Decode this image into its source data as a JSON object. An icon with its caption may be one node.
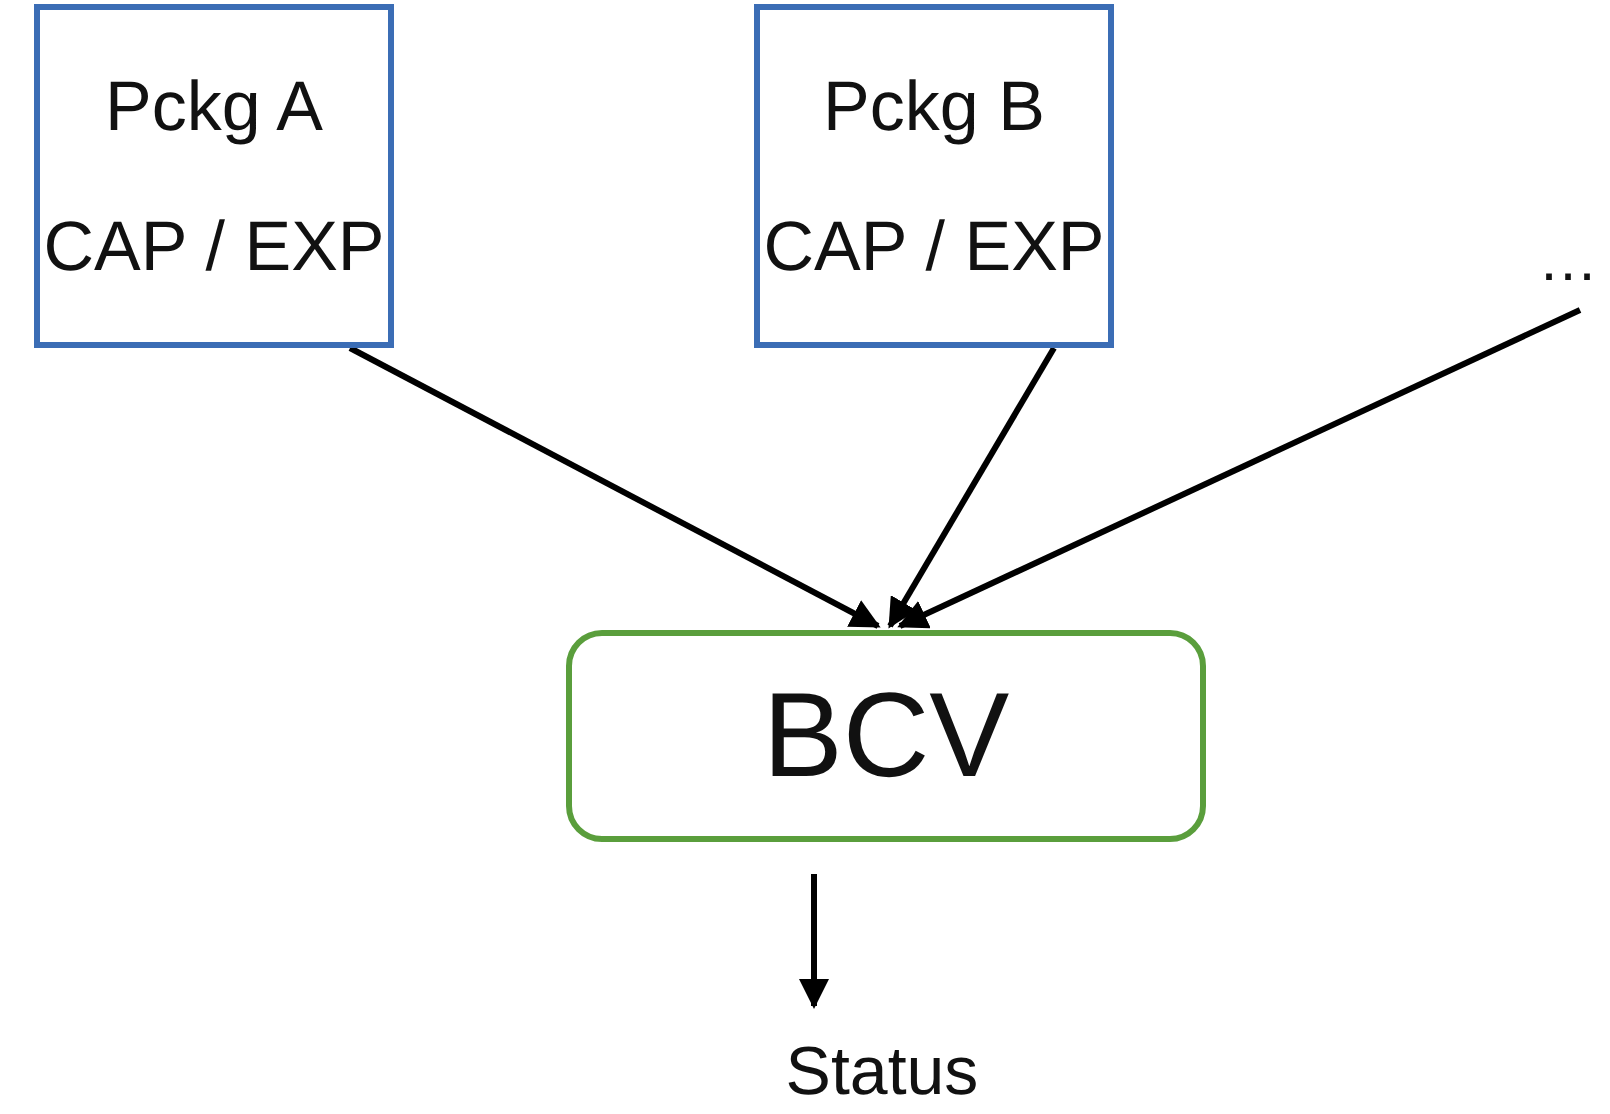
{
  "diagram": {
    "nodes": [
      {
        "text": [
          "Pckg A",
          "CAP / EXP"
        ]
      },
      {
        "text": [
          "Pckg B",
          "CAP / EXP"
        ]
      },
      {
        "text": [
          "…"
        ]
      },
      {
        "text": [
          "BCV"
        ]
      },
      {
        "text": [
          "Status"
        ]
      }
    ],
    "edges": [
      {
        "from": 0,
        "to": 3,
        "arrow": "to"
      },
      {
        "from": 1,
        "to": 3,
        "arrow": "to"
      },
      {
        "from": 2,
        "to": 3,
        "arrow": "to"
      },
      {
        "from": 3,
        "to": 4,
        "arrow": "to"
      }
    ]
  }
}
